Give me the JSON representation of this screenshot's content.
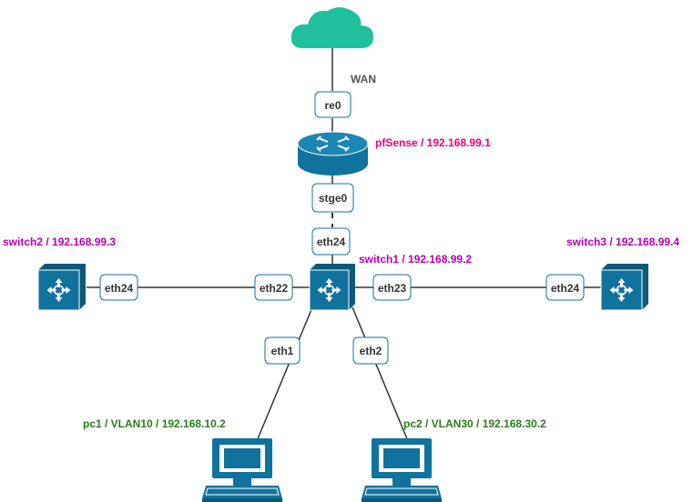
{
  "colors": {
    "cloud": "#20c09e",
    "device": "#10739e",
    "router_label": "#e6007e",
    "switch_label": "#b400b4",
    "pc_label": "#2d7a1e",
    "wan_label": "#555555"
  },
  "nodes": {
    "wan": {
      "label": "WAN",
      "icon": "cloud-icon"
    },
    "pfsense": {
      "label": "pfSense / 192.168.99.1",
      "icon": "router-icon"
    },
    "switch1": {
      "label": "switch1 / 192.168.99.2",
      "icon": "switch-icon"
    },
    "switch2": {
      "label": "switch2 / 192.168.99.3",
      "icon": "switch-icon"
    },
    "switch3": {
      "label": "switch3 / 192.168.99.4",
      "icon": "switch-icon"
    },
    "pc1": {
      "label": "pc1 / VLAN10 / 192.168.10.2",
      "icon": "pc-icon"
    },
    "pc2": {
      "label": "pc2 / VLAN30 / 192.168.30.2",
      "icon": "pc-icon"
    }
  },
  "ports": {
    "re0": "re0",
    "stge0": "stge0",
    "sw1_eth24": "eth24",
    "sw1_eth22": "eth22",
    "sw1_eth23": "eth23",
    "sw1_eth1": "eth1",
    "sw1_eth2": "eth2",
    "sw2_eth24": "eth24",
    "sw3_eth24": "eth24"
  }
}
